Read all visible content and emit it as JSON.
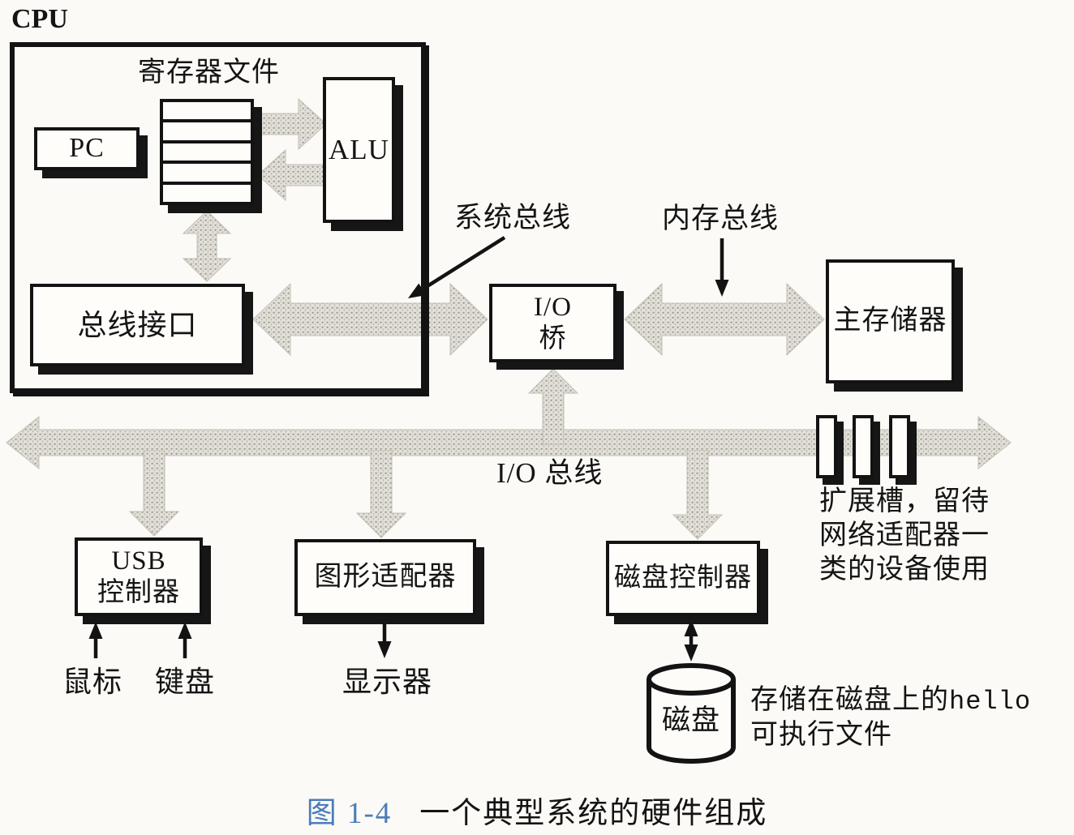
{
  "diagram": {
    "cpu_label": "CPU",
    "register_file_label": "寄存器文件",
    "register_file_rows": 5,
    "pc_label": "PC",
    "alu_label": "ALU",
    "bus_interface_label": "总线接口",
    "system_bus_label": "系统总线",
    "memory_bus_label": "内存总线",
    "io_bridge_line1": "I/O",
    "io_bridge_line2": "桥",
    "main_memory_label": "主存储器",
    "io_bus_label": "I/O 总线",
    "usb_controller_line1": "USB",
    "usb_controller_line2": "控制器",
    "graphics_adapter_label": "图形适配器",
    "disk_controller_label": "磁盘控制器",
    "mouse_label": "鼠标",
    "keyboard_label": "键盘",
    "display_label": "显示器",
    "disk_label": "磁盘",
    "expansion_note_lines": [
      "扩展槽，留待",
      "网络适配器一",
      "类的设备使用"
    ],
    "disk_note_prefix": "存储在磁盘上的",
    "disk_note_code": "hello",
    "disk_note_line2": "可执行文件"
  },
  "caption": {
    "figure_number": "图 1-4",
    "title": "一个典型系统的硬件组成",
    "figure_number_color": "#4a7db8"
  },
  "colors": {
    "ink": "#131313",
    "bus_fill_base": "#e3e1da",
    "paper": "#fbfaf6"
  }
}
